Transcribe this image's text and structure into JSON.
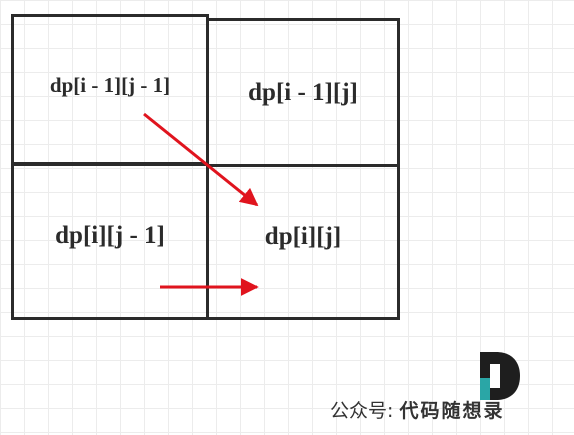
{
  "cells": {
    "top_left": "dp[i - 1][j - 1]",
    "top_right": "dp[i - 1][j]",
    "bottom_left": "dp[i][j - 1]",
    "bottom_right": "dp[i][j]"
  },
  "colors": {
    "grid_border": "#2b2b2b",
    "arrow": "#e0141e",
    "logo_dark": "#1e1e1e",
    "logo_accent": "#2aa6a6"
  },
  "watermark": {
    "prefix": "公众号: ",
    "brand": "代码随想录"
  },
  "icons": {
    "logo": "D-logo-icon",
    "diagonal_arrow": "arrow-diagonal-icon",
    "horizontal_arrow": "arrow-right-icon"
  }
}
